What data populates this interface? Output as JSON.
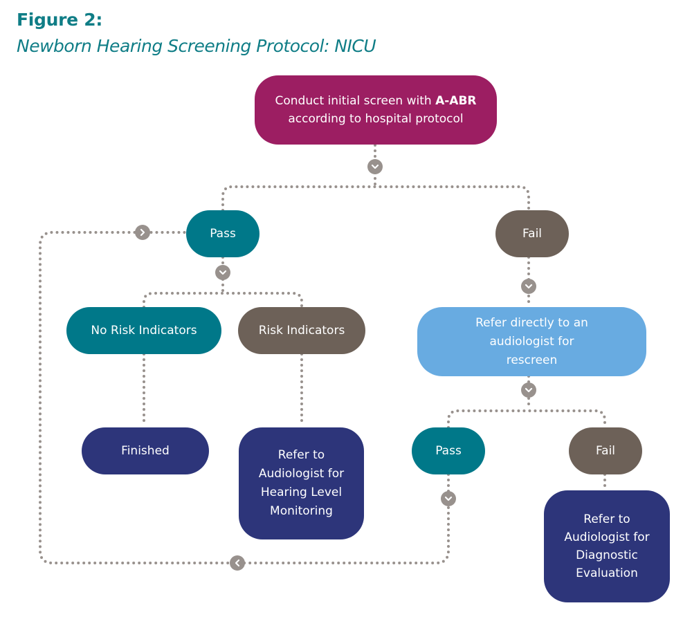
{
  "figure": {
    "label": "Figure 2:",
    "title": "Newborn Hearing Screening Protocol: NICU"
  },
  "nodes": {
    "initial_screen": {
      "line1_prefix": "Conduct initial screen with ",
      "line1_bold": "A-ABR",
      "line2": "according to hospital protocol"
    },
    "pass_1": {
      "label": "Pass"
    },
    "fail_1": {
      "label": "Fail"
    },
    "no_risk": {
      "label": "No Risk Indicators"
    },
    "risk": {
      "label": "Risk Indicators"
    },
    "finished": {
      "label": "Finished"
    },
    "refer_monitoring": {
      "label": "Refer to Audiologist for Hearing Level Monitoring"
    },
    "refer_rescreen": {
      "label": "Refer directly to an audiologist for rescreen"
    },
    "pass_2": {
      "label": "Pass"
    },
    "fail_2": {
      "label": "Fail"
    },
    "refer_diagnostic": {
      "label": "Refer to Audiologist for Diagnostic Evaluation"
    }
  },
  "connector_icons": {
    "down": "chevron-down-icon",
    "right": "chevron-right-icon",
    "left": "chevron-left-icon"
  },
  "colors": {
    "title": "#0f7d86",
    "start": "#9c1e62",
    "pass": "#007889",
    "fail": "#6d6158",
    "outcome": "#2d357a",
    "rescreen": "#68abe1",
    "connector": "#98918d"
  }
}
